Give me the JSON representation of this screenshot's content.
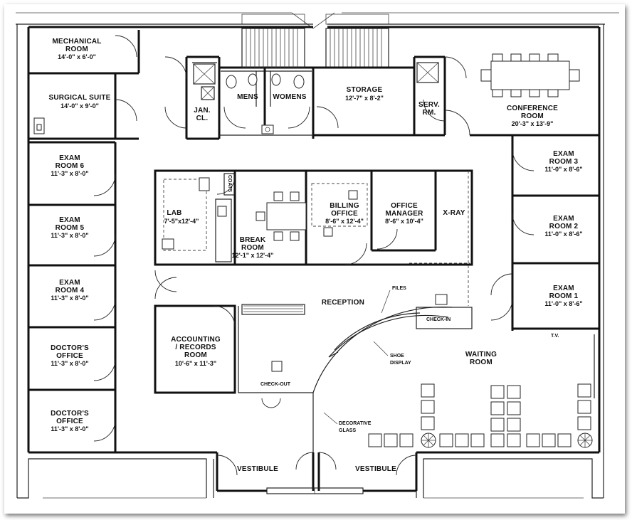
{
  "rooms": {
    "mechanical": {
      "name": "MECHANICAL",
      "name2": "ROOM",
      "dims": "14'-0\" x 6'-0\""
    },
    "surgical": {
      "name": "SURGICAL SUITE",
      "dims": "14'-0\" x 9'-0\""
    },
    "exam6": {
      "name": "EXAM",
      "name2": "ROOM 6",
      "dims": "11'-3\" x 8'-0\""
    },
    "exam5": {
      "name": "EXAM",
      "name2": "ROOM 5",
      "dims": "11'-3\" x 8'-0\""
    },
    "exam4": {
      "name": "EXAM",
      "name2": "ROOM 4",
      "dims": "11'-3\" x 8'-0\""
    },
    "doctor1": {
      "name": "DOCTOR'S",
      "name2": "OFFICE",
      "dims": "11'-3\" x 8'-0\""
    },
    "doctor2": {
      "name": "DOCTOR'S",
      "name2": "OFFICE",
      "dims": "11'-3\" x 8'-0\""
    },
    "jan": {
      "name": "JAN.",
      "name2": "CL."
    },
    "mens": {
      "name": "MENS"
    },
    "womens": {
      "name": "WOMENS"
    },
    "storage": {
      "name": "STORAGE",
      "dims": "12'-7\" x 8'-2\""
    },
    "serv": {
      "name": "SERV.",
      "name2": "RM."
    },
    "conference": {
      "name": "CONFERENCE",
      "name2": "ROOM",
      "dims": "20'-3\" x 13'-9\""
    },
    "exam3": {
      "name": "EXAM",
      "name2": "ROOM 3",
      "dims": "11'-0\" x 8'-6\""
    },
    "exam2": {
      "name": "EXAM",
      "name2": "ROOM 2",
      "dims": "11'-0\" x 8'-6\""
    },
    "exam1": {
      "name": "EXAM",
      "name2": "ROOM 1",
      "dims": "11'-0\" x 8'-6\""
    },
    "lab": {
      "name": "LAB",
      "dims": "7'-5\"x12'-4\""
    },
    "coats": {
      "name": "COATS"
    },
    "break": {
      "name": "BREAK",
      "name2": "ROOM",
      "dims": "12'-1\" x 12'-4\""
    },
    "billing": {
      "name": "BILLING",
      "name2": "OFFICE",
      "dims": "8'-6\" x 12'-4\""
    },
    "manager": {
      "name": "OFFICE",
      "name2": "MANAGER",
      "dims": "8'-6\" x 10'-4\""
    },
    "xray": {
      "name": "X-RAY"
    },
    "reception": {
      "name": "RECEPTION"
    },
    "accounting": {
      "name": "ACCOUNTING",
      "name2": "/ RECORDS",
      "name3": "ROOM",
      "dims": "10'-6\" x 11'-3\""
    },
    "waiting": {
      "name": "WAITING",
      "name2": "ROOM"
    },
    "vestibule1": {
      "name": "VESTIBULE"
    },
    "vestibule2": {
      "name": "VESTIBULE"
    }
  },
  "notes": {
    "files": "FILES",
    "checkin": "CHECK-IN",
    "checkout": "CHECK-OUT",
    "shoe1": "SHOE",
    "shoe2": "DISPLAY",
    "glass1": "DECORATIVE",
    "glass2": "GLASS",
    "tv": "T.V."
  }
}
